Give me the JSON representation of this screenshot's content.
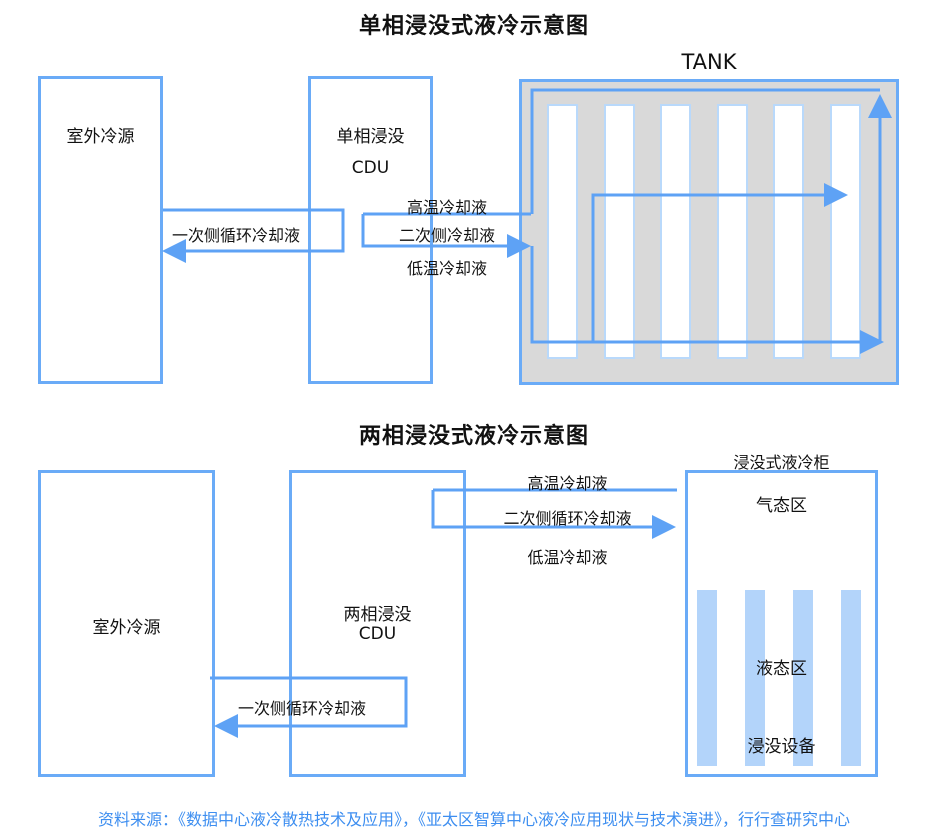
{
  "diagram1": {
    "title": "单相浸没式液冷示意图",
    "outdoor_source": "室外冷源",
    "cdu_line1": "单相浸没",
    "cdu_line2": "CDU",
    "primary_loop": "一次侧循环冷却液",
    "hot_coolant": "高温冷却液",
    "secondary_loop": "二次侧冷却液",
    "cold_coolant": "低温冷却液",
    "tank_label": "TANK",
    "tank_slot_count": 6
  },
  "diagram2": {
    "title": "两相浸没式液冷示意图",
    "outdoor_source": "室外冷源",
    "cdu_line1": "两相浸没",
    "cdu_line2": "CDU",
    "primary_loop": "一次侧循环冷却液",
    "hot_coolant": "高温冷却液",
    "secondary_loop": "二次侧循环冷却液",
    "cold_coolant": "低温冷却液",
    "cabinet_label": "浸没式液冷柜",
    "gas_zone": "气态区",
    "liquid_zone": "液态区",
    "equipment": "浸没设备",
    "device_bar_count": 4
  },
  "colors": {
    "line": "#5ea2f5",
    "box_border": "#6aabf7",
    "tank_fill": "#d9d9d9",
    "slot_border": "#b9d9fb",
    "device_fill": "#b3d4fa",
    "source_text": "#3d8ef0"
  },
  "source": "资料来源：《数据中心液冷散热技术及应用》，《亚太区智算中心液冷应用现状与技术演进》，行行查研究中心"
}
